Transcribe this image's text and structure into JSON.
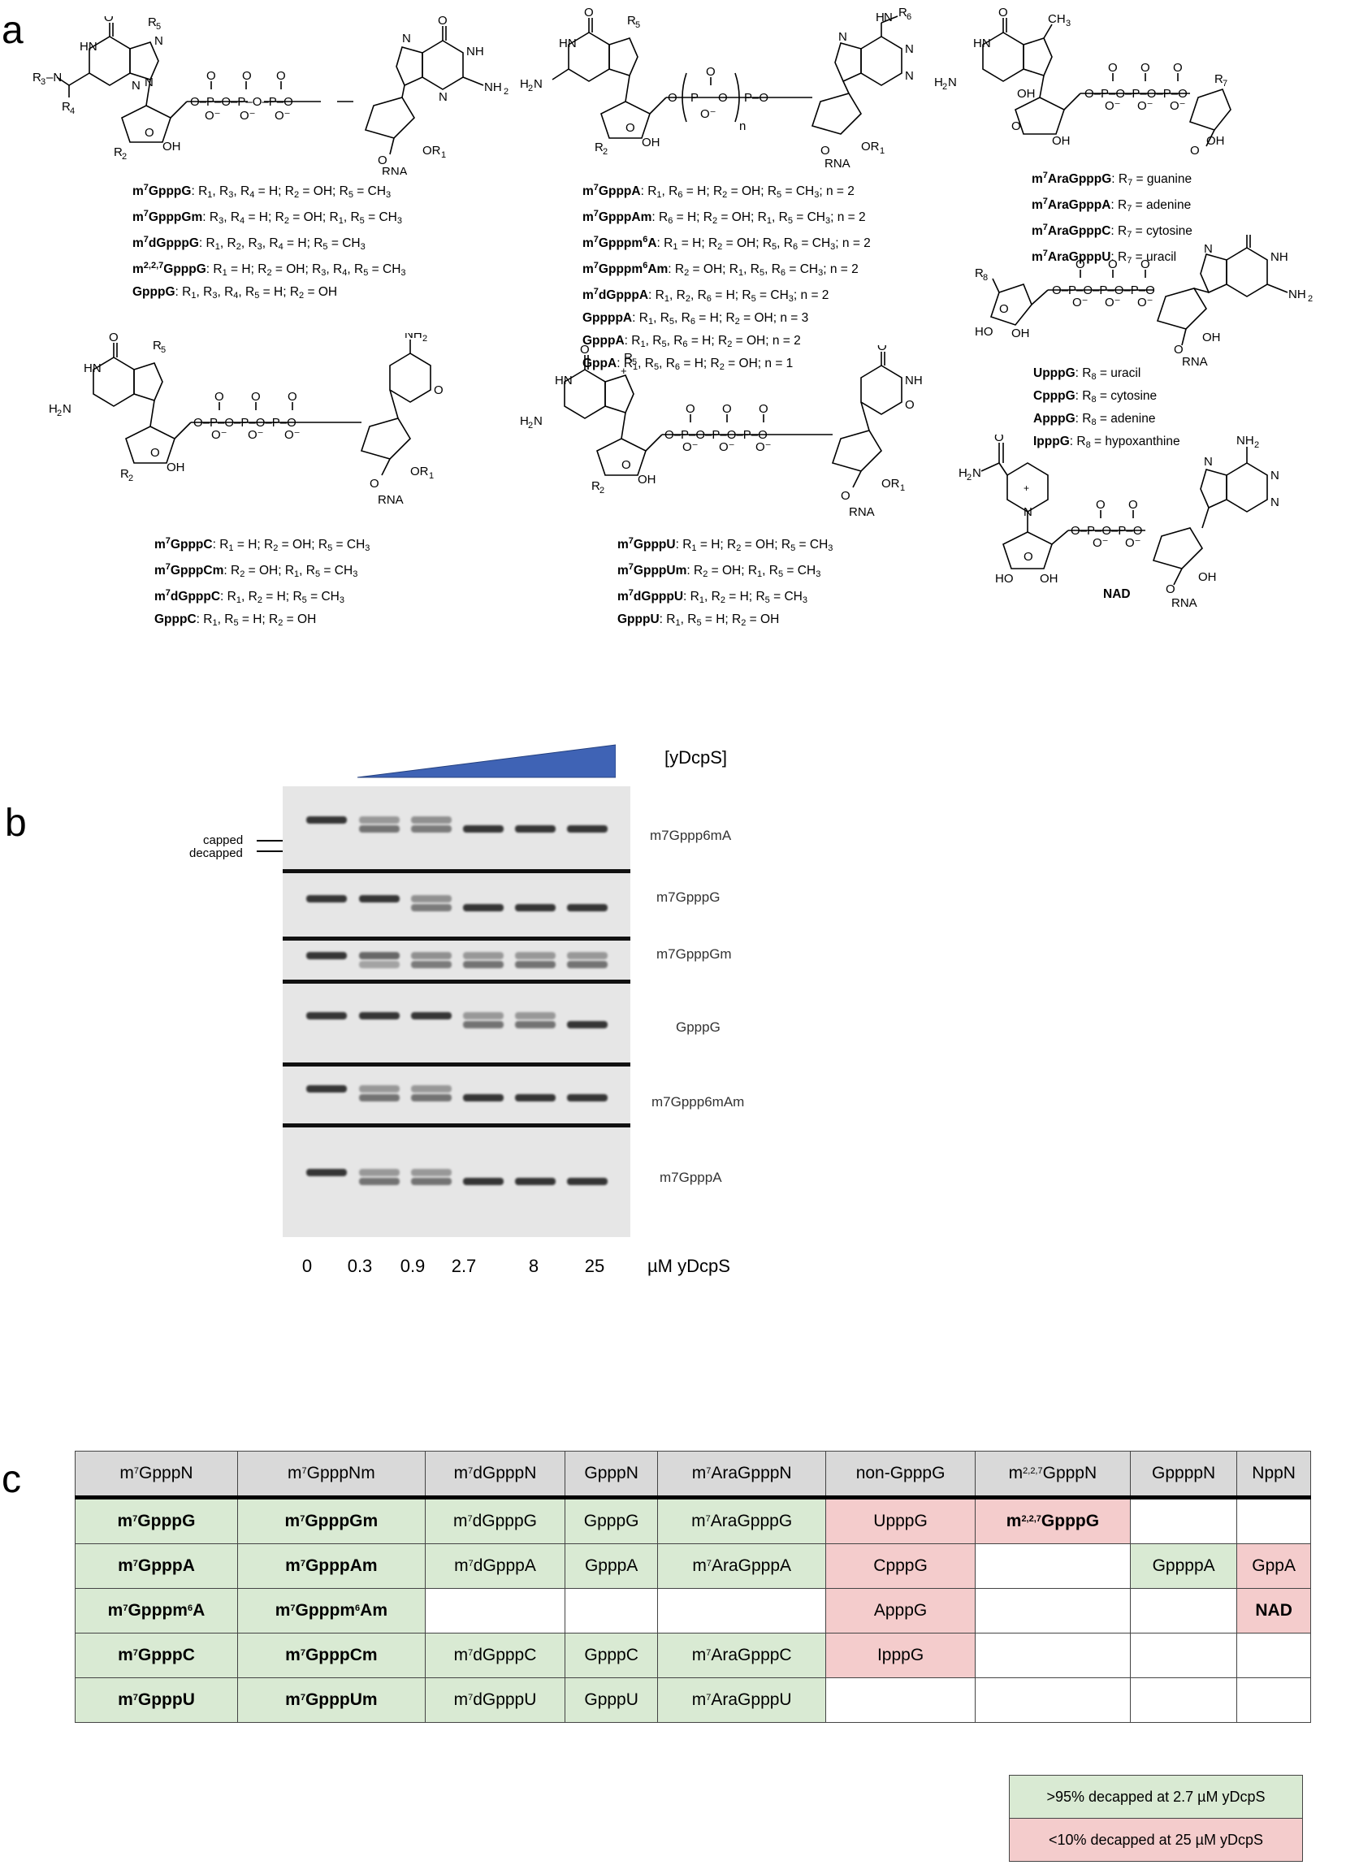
{
  "panel_labels": {
    "a": "a",
    "b": "b",
    "c": "c"
  },
  "panel_a": {
    "structures": [
      {
        "legend": [
          {
            "name": "m7GpppG",
            "desc": "R1, R3, R4 = H;  R2 = OH;  R5 = CH3"
          },
          {
            "name": "m7GpppGm",
            "desc": "R3, R4 = H;  R2 = OH;  R1, R5 = CH3"
          },
          {
            "name": "m7dGpppG",
            "desc": "R1, R2, R3, R4 = H;  R5 = CH3"
          },
          {
            "name": "m2,2,7GpppG",
            "desc": "R1 = H;  R2 = OH;  R3, R4, R5 = CH3"
          },
          {
            "name": "GpppG",
            "desc": "R1, R3, R4, R5 = H;  R2 = OH"
          }
        ]
      },
      {
        "legend": [
          {
            "name": "m7GpppA",
            "desc": "R1, R6 = H;  R2 = OH;  R5 = CH3; n = 2"
          },
          {
            "name": "m7GpppAm",
            "desc": "R6 = H;  R2 = OH;  R1, R5 = CH3; n = 2"
          },
          {
            "name": "m7Gpppm6A",
            "desc": "R1 = H;  R2 = OH;  R5, R6 = CH3; n = 2"
          },
          {
            "name": "m7Gpppm6Am",
            "desc": "R2 = OH;  R1, R5, R6 = CH3; n = 2"
          },
          {
            "name": "m7dGpppA",
            "desc": "R1, R2, R6 = H;  R5 = CH3; n = 2"
          },
          {
            "name": "GppppA",
            "desc": "R1, R5, R6 = H;  R2 = OH; n = 3"
          },
          {
            "name": "GpppA",
            "desc": "R1, R5, R6 = H;  R2 = OH; n = 2"
          },
          {
            "name": "GppA",
            "desc": "R1, R5, R6 = H;  R2 = OH; n = 1"
          }
        ]
      },
      {
        "legend": [
          {
            "name": "m7AraGpppG",
            "desc": "R7 = guanine"
          },
          {
            "name": "m7AraGpppA",
            "desc": "R7 = adenine"
          },
          {
            "name": "m7AraGpppC",
            "desc": "R7 = cytosine"
          },
          {
            "name": "m7AraGpppU",
            "desc": "R7 = uracil"
          }
        ]
      },
      {
        "legend": [
          {
            "name": "UpppG",
            "desc": "R8 = uracil"
          },
          {
            "name": "CpppG",
            "desc": "R8 = cytosine"
          },
          {
            "name": "ApppG",
            "desc": "R8 = adenine"
          },
          {
            "name": "IpppG",
            "desc": "R8 =  hypoxanthine"
          }
        ]
      },
      {
        "legend": [
          {
            "name": "m7GpppC",
            "desc": "R1 = H;  R2 = OH;  R5 = CH3"
          },
          {
            "name": "m7GpppCm",
            "desc": "R2 = OH;  R1, R5 = CH3"
          },
          {
            "name": "m7dGpppC",
            "desc": "R1, R2 = H;  R5 = CH3"
          },
          {
            "name": "GpppC",
            "desc": "R1, R5 = H;  R2 = OH"
          }
        ]
      },
      {
        "legend": [
          {
            "name": "m7GpppU",
            "desc": "R1 = H;  R2 = OH;  R5 = CH3"
          },
          {
            "name": "m7GpppUm",
            "desc": "R2 = OH;  R1, R5 = CH3"
          },
          {
            "name": "m7dGpppU",
            "desc": "R1, R2 = H;  R5 = CH3"
          },
          {
            "name": "GpppU",
            "desc": "R1, R5 = H;  R2 = OH"
          }
        ]
      }
    ],
    "nad_label": "NAD"
  },
  "panel_b": {
    "title": "[yDcpS]",
    "arrow_labels": {
      "capped": "capped",
      "decapped": "decapped"
    },
    "gel_rows": [
      "m7Gppp6mA",
      "m7GpppG",
      "m7GpppGm",
      "GpppG",
      "m7Gppp6mAm",
      "m7GpppA"
    ],
    "concentrations": [
      "0",
      "0.3",
      "0.9",
      "2.7",
      "8",
      "25"
    ],
    "conc_unit": "µM yDcpS",
    "decapped_fraction": [
      [
        0,
        0.6,
        0.55,
        1,
        1,
        1
      ],
      [
        0,
        0,
        0.55,
        1,
        1,
        1
      ],
      [
        0,
        0.3,
        0.55,
        0.6,
        0.6,
        0.6
      ],
      [
        0,
        0,
        0,
        0.6,
        0.6,
        1
      ],
      [
        0,
        0.6,
        0.6,
        1,
        1,
        1
      ],
      [
        0,
        0.6,
        0.6,
        1,
        1,
        1
      ]
    ]
  },
  "panel_c": {
    "headers": [
      "m7GpppN",
      "m7GpppNm",
      "m7dGpppN",
      "GpppN",
      "m7AraGpppN",
      "non-GpppG",
      "m2,2,7GpppN",
      "GppppN",
      "NppN"
    ],
    "rows": [
      [
        {
          "t": "m7GpppG",
          "c": "g",
          "b": true
        },
        {
          "t": "m7GpppGm",
          "c": "g",
          "b": true
        },
        {
          "t": "m7dGpppG",
          "c": "g"
        },
        {
          "t": "GpppG",
          "c": "g"
        },
        {
          "t": "m7AraGpppG",
          "c": "g"
        },
        {
          "t": "UpppG",
          "c": "r"
        },
        {
          "t": "m2,2,7GpppG",
          "c": "r",
          "b": true
        },
        {
          "t": "",
          "c": ""
        },
        {
          "t": "",
          "c": ""
        }
      ],
      [
        {
          "t": "m7GpppA",
          "c": "g",
          "b": true
        },
        {
          "t": "m7GpppAm",
          "c": "g",
          "b": true
        },
        {
          "t": "m7dGpppA",
          "c": "g"
        },
        {
          "t": "GpppA",
          "c": "g"
        },
        {
          "t": "m7AraGpppA",
          "c": "g"
        },
        {
          "t": "CpppG",
          "c": "r"
        },
        {
          "t": "",
          "c": ""
        },
        {
          "t": "GppppA",
          "c": "g"
        },
        {
          "t": "GppA",
          "c": "r"
        }
      ],
      [
        {
          "t": "m7Gpppm6A",
          "c": "g",
          "b": true
        },
        {
          "t": "m7Gpppm6Am",
          "c": "g",
          "b": true
        },
        {
          "t": "",
          "c": ""
        },
        {
          "t": "",
          "c": ""
        },
        {
          "t": "",
          "c": ""
        },
        {
          "t": "ApppG",
          "c": "r"
        },
        {
          "t": "",
          "c": ""
        },
        {
          "t": "",
          "c": ""
        },
        {
          "t": "NAD",
          "c": "r",
          "b": true
        }
      ],
      [
        {
          "t": "m7GpppC",
          "c": "g",
          "b": true
        },
        {
          "t": "m7GpppCm",
          "c": "g",
          "b": true
        },
        {
          "t": "m7dGpppC",
          "c": "g"
        },
        {
          "t": "GpppC",
          "c": "g"
        },
        {
          "t": "m7AraGpppC",
          "c": "g"
        },
        {
          "t": "IpppG",
          "c": "r"
        },
        {
          "t": "",
          "c": ""
        },
        {
          "t": "",
          "c": ""
        },
        {
          "t": "",
          "c": ""
        }
      ],
      [
        {
          "t": "m7GpppU",
          "c": "g",
          "b": true
        },
        {
          "t": "m7GpppUm",
          "c": "g",
          "b": true
        },
        {
          "t": "m7dGpppU",
          "c": "g"
        },
        {
          "t": "GpppU",
          "c": "g"
        },
        {
          "t": "m7AraGpppU",
          "c": "g"
        },
        {
          "t": "",
          "c": ""
        },
        {
          "t": "",
          "c": ""
        },
        {
          "t": "",
          "c": ""
        },
        {
          "t": "",
          "c": ""
        }
      ]
    ],
    "key": {
      "green": ">95% decapped at 2.7 µM yDcpS",
      "red": "<10% decapped at 25 µM yDcpS"
    },
    "colors": {
      "green": "#d9ead3",
      "red": "#f4cccc",
      "header": "#d9d9d9"
    }
  }
}
